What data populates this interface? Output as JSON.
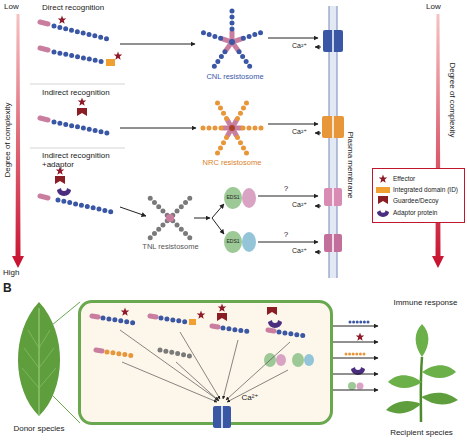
{
  "diagram": {
    "nodes": [
      {
        "text": [
          "Donor species"
        ]
      },
      {
        "text": [
          "Ca²⁺"
        ]
      },
      {
        "text": [
          "Recipient species"
        ]
      }
    ],
    "edges": [
      {
        "from": 1,
        "to": 2,
        "arrow": "to"
      },
      {
        "from": 1,
        "to": 2,
        "arrow": "to"
      },
      {
        "from": 1,
        "to": 2,
        "arrow": "to"
      },
      {
        "from": 1,
        "to": 2,
        "arrow": "to"
      },
      {
        "from": 1,
        "to": 2,
        "arrow": "to"
      }
    ],
    "labels": [
      "Low",
      "Direct recognition",
      "Degree of complexity",
      "Indirect recognition",
      "Indirect recognition +adaptor",
      "High",
      "CNL resistosome",
      "NRC resistosome",
      "TNL resistosome",
      "EDS1",
      "EDS1",
      "Low",
      "Degree of complexity",
      "Plasma membrane",
      "Ca²⁺",
      "Ca²⁺",
      "?",
      "Ca²⁺",
      "?",
      "Ca²⁺",
      "B",
      "Immune response"
    ],
    "legend": [
      {
        "text": "Effector"
      },
      {
        "text": "Integrated domain (ID)",
        "color": "#f0a030"
      },
      {
        "text": "Guardee/Decoy"
      },
      {
        "text": "Adaptor protein"
      }
    ]
  }
}
